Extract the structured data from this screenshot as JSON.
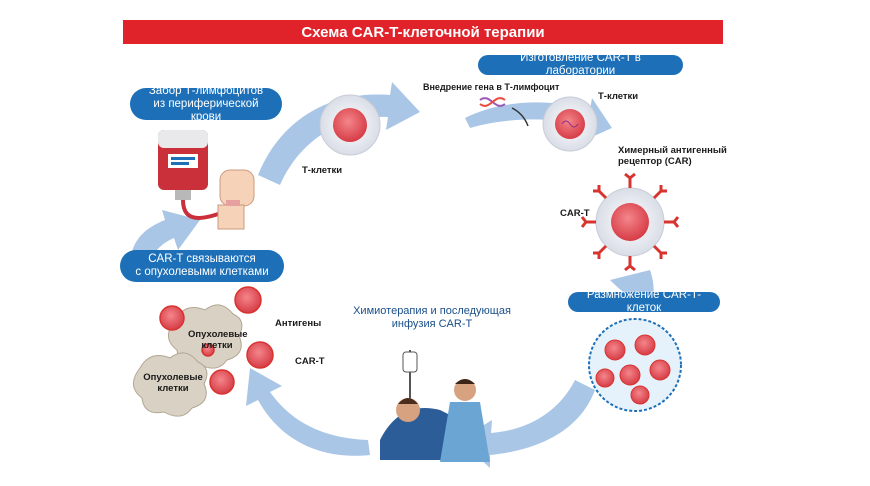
{
  "title": "Схема CAR-T-клеточной терапии",
  "steps": {
    "collection": "Забор Т-лимфоцитов\nиз периферической крови",
    "manufacturing": "Изготовление CAR-T в лаборатории",
    "expansion": "Размножение CAR-T-клеток",
    "chemo_infusion": "Химиотерапия и последующая\nинфузия CAR-T",
    "binding": "CAR-T связываются\nс опухолевыми клетками"
  },
  "labels": {
    "t_cells_1": "Т-клетки",
    "gene_insertion": "Внедрение гена в Т-лимфоцит",
    "t_cells_2": "Т-клетки",
    "car_receptor": "Химерный антигенный\nрецептор (CAR)",
    "car_t_1": "CAR-T",
    "antigens": "Антигены",
    "car_t_2": "CAR-T",
    "tumor_cells_1": "Опухолевые\nклетки",
    "tumor_cells_2": "Опухолевые\nклетки"
  },
  "colors": {
    "title_bg": "#e0232a",
    "pill_bg": "#1d70b8",
    "arrow": "#a9c6e6",
    "cell_core": "#e8505a",
    "receptor": "#d8342f"
  }
}
